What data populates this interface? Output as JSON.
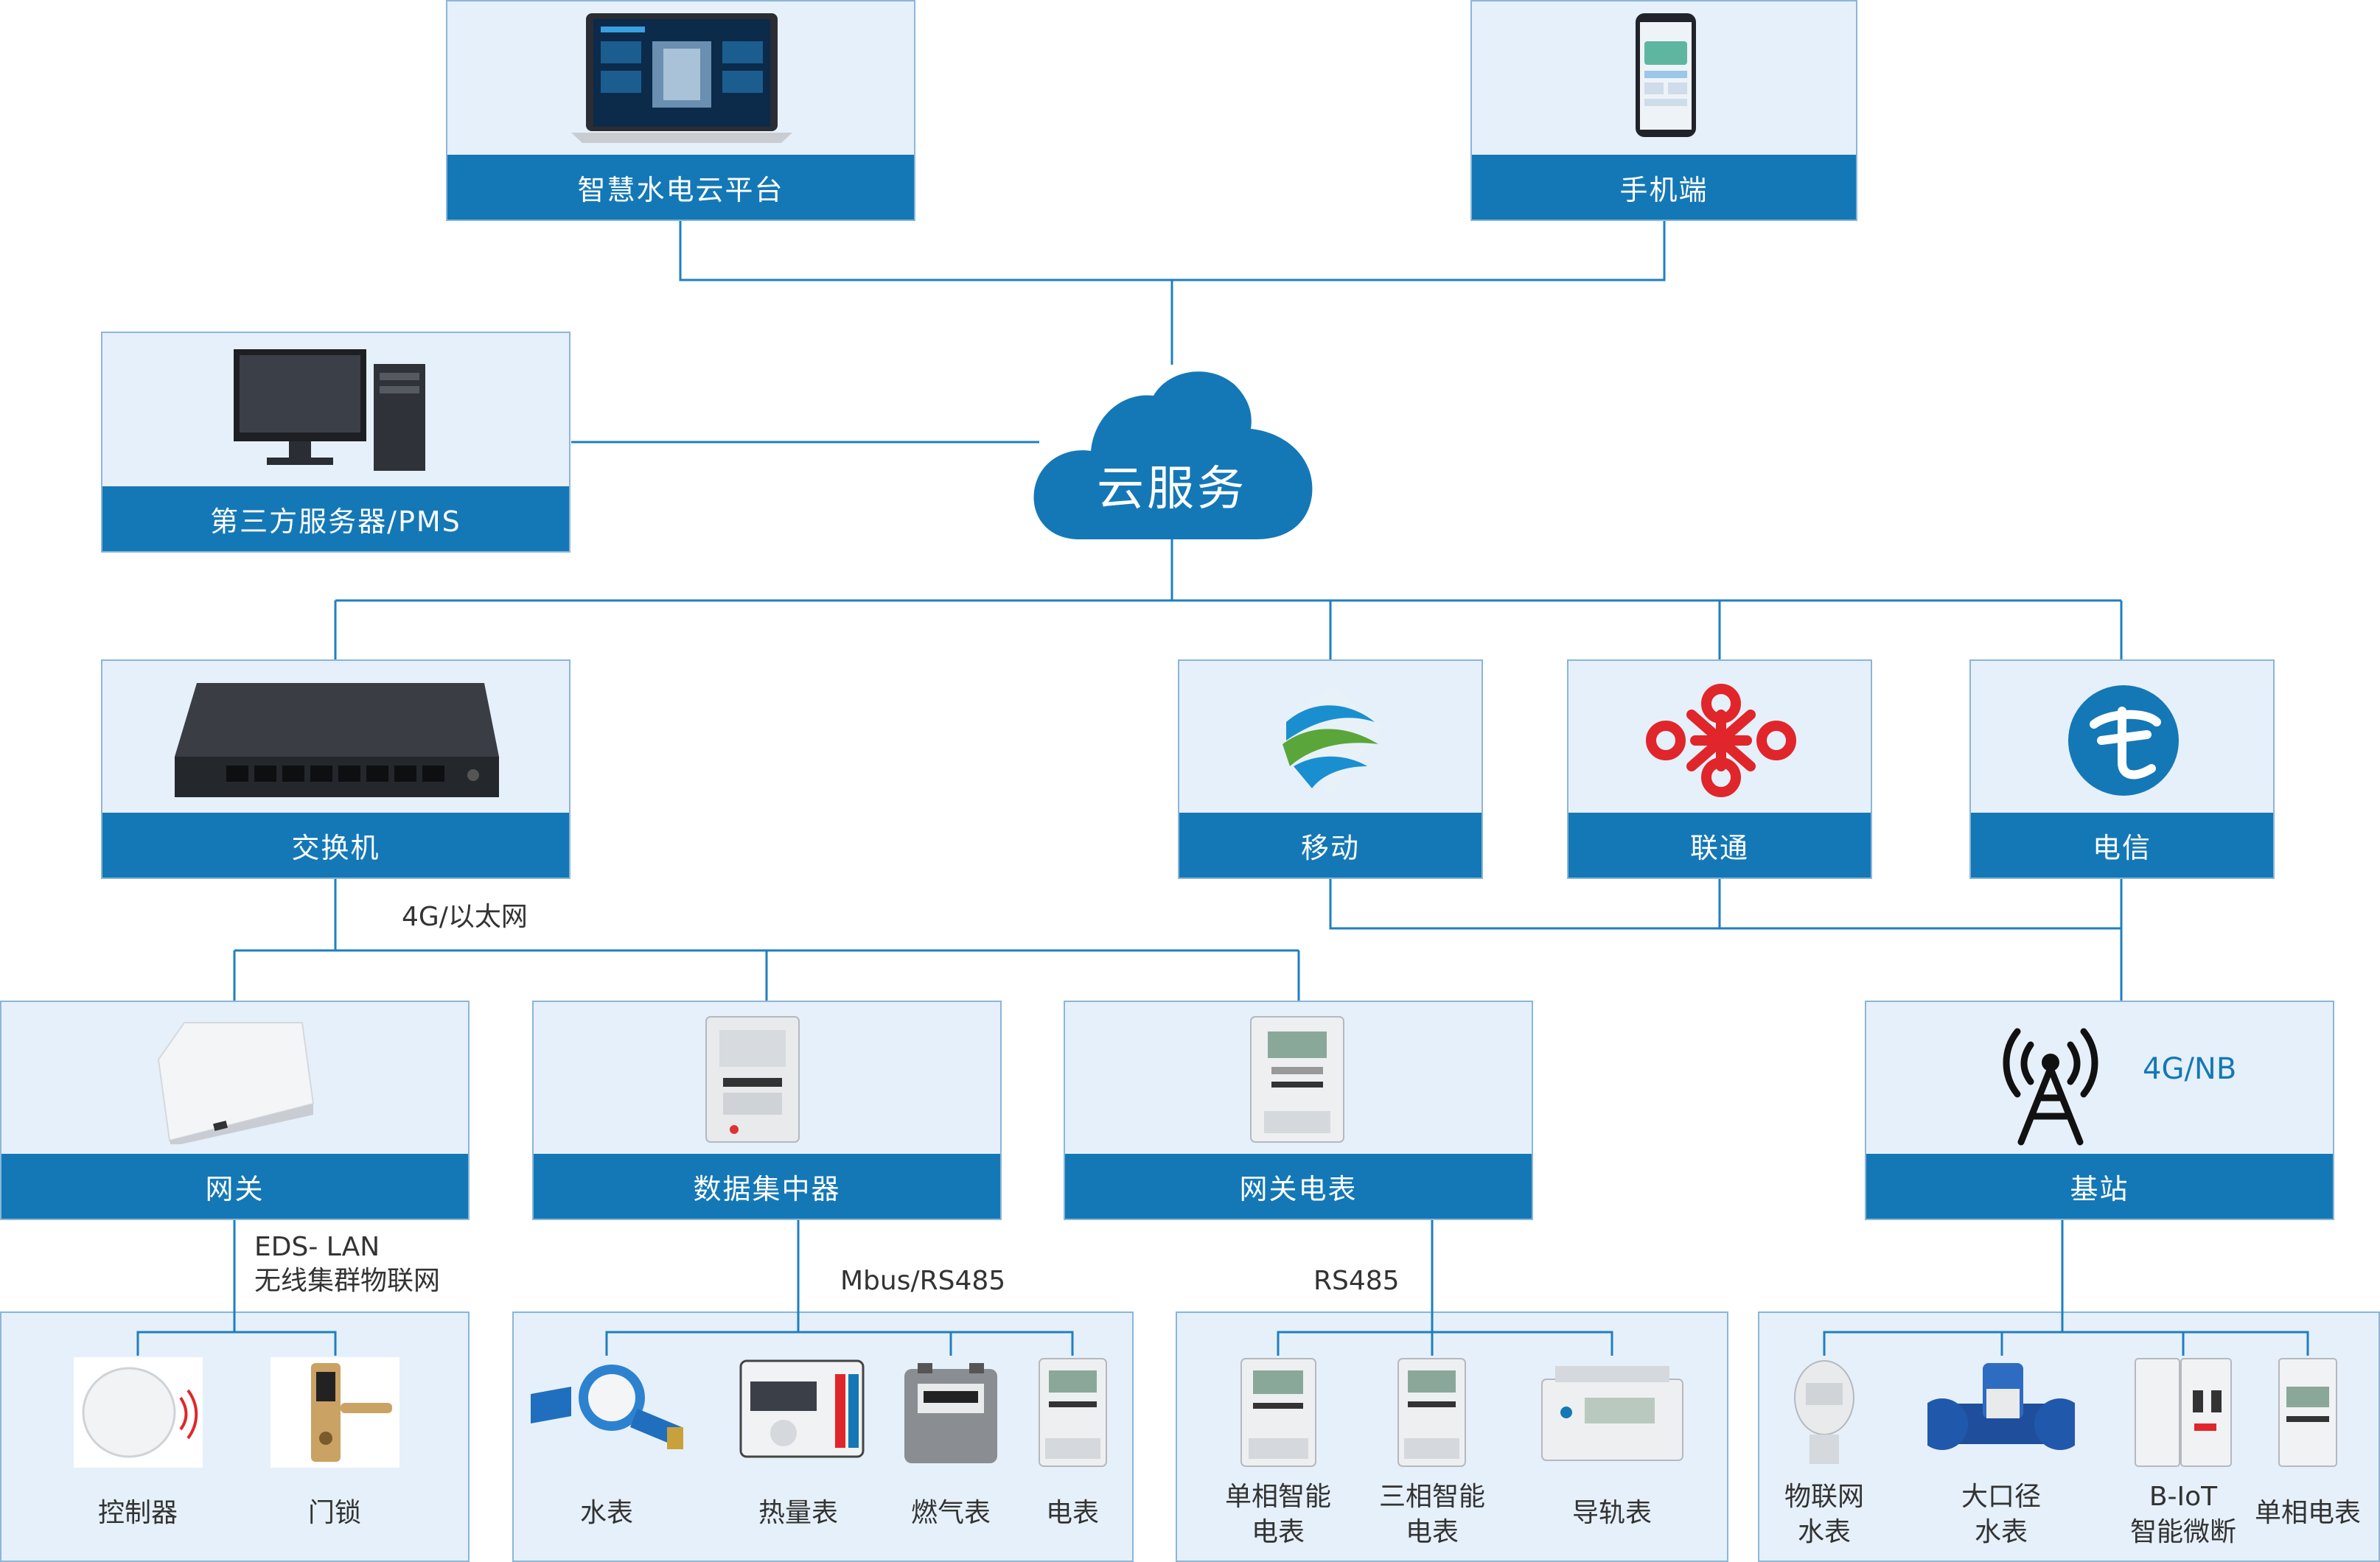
{
  "nodes": {
    "platform": "智慧水电云平台",
    "mobile_app": "手机端",
    "third_party": "第三方服务器/PMS",
    "cloud": "云服务",
    "switch": "交换机",
    "china_mobile": "移动",
    "china_unicom": "联通",
    "china_telecom": "电信",
    "gateway": "网关",
    "concentrator": "数据集中器",
    "gateway_meter": "网关电表",
    "base_station": "基站",
    "base_station_tag": "4G/NB"
  },
  "links": {
    "ethernet": "4G/以太网",
    "eds_lan_1": "EDS- LAN",
    "eds_lan_2": "无线集群物联网",
    "mbus": "Mbus/RS485",
    "rs485": "RS485"
  },
  "devices": {
    "controller": "控制器",
    "door_lock": "门锁",
    "water_meter": "水表",
    "heat_meter": "热量表",
    "gas_meter": "燃气表",
    "electric_meter": "电表",
    "single_smart_1": "单相智能",
    "single_smart_2": "电表",
    "three_smart_1": "三相智能",
    "three_smart_2": "电表",
    "rail_meter": "导轨表",
    "iot_water_1": "物联网",
    "iot_water_2": "水表",
    "large_water_1": "大口径",
    "large_water_2": "水表",
    "biot_1": "B-IoT",
    "biot_2": "智能微断",
    "single_meter": "单相电表"
  },
  "colors": {
    "bar_blue": "#1478b6",
    "panel_bg": "#e6f0fa",
    "line_blue": "#1f7fc0",
    "unicom_red": "#e0262b",
    "telecom_blue": "#1478b6"
  },
  "icons": [
    "laptop-icon",
    "phone-icon",
    "desktop-icon",
    "cloud-icon",
    "switch-icon",
    "china-mobile-logo",
    "china-unicom-logo",
    "china-telecom-logo",
    "gateway-icon",
    "concentrator-icon",
    "gateway-meter-icon",
    "tower-icon"
  ]
}
